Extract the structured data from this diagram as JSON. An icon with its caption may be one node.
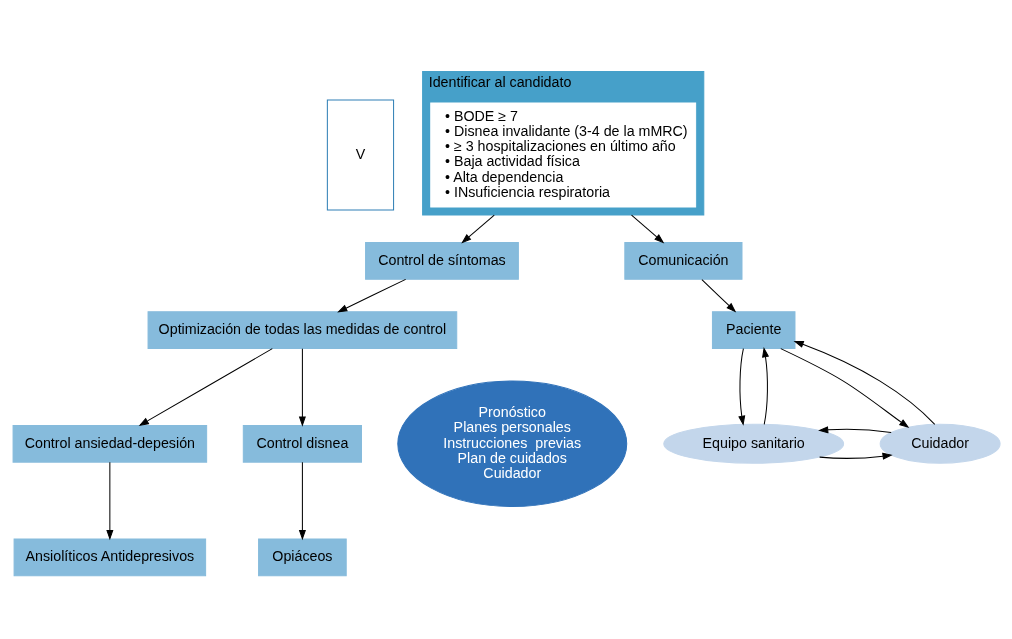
{
  "diagram": {
    "nodes": [
      {
        "text": [
          "V"
        ]
      },
      {
        "text": [
          "Identificar al candidato"
        ]
      },
      {
        "text": [
          "• BODE ≥ 7",
          "• Disnea invalidante (3-4 de la mMRC)",
          "• ≥ 3 hospitalizaciones en último año",
          "• Baja actividad física",
          "• Alta dependencia",
          "• INsuficiencia respiratoria"
        ],
        "in": 1
      },
      {
        "text": [
          "Control de síntomas"
        ]
      },
      {
        "text": [
          "Comunicación"
        ]
      },
      {
        "text": [
          "Optimización de todas las medidas de control"
        ]
      },
      {
        "text": [
          "Control ansiedad-depesión"
        ]
      },
      {
        "text": [
          "Control disnea"
        ]
      },
      {
        "text": [
          "Ansiolíticos Antidepresivos"
        ]
      },
      {
        "text": [
          "Opiáceos"
        ]
      },
      {
        "text": [
          "Paciente"
        ]
      },
      {
        "text": [
          "Pronóstico",
          "Planes personales",
          "Instrucciones  previas",
          "Plan de cuidados",
          "Cuidador"
        ]
      },
      {
        "text": [
          "Cuidador"
        ]
      },
      {
        "text": [
          "Equipo sanitario"
        ]
      }
    ],
    "edges": [
      {
        "from": 1,
        "to": 3,
        "arrow": "to"
      },
      {
        "from": 1,
        "to": 4,
        "arrow": "to"
      },
      {
        "from": 3,
        "to": 5,
        "arrow": "to"
      },
      {
        "from": 5,
        "to": 6,
        "arrow": "to"
      },
      {
        "from": 5,
        "to": 7,
        "arrow": "to"
      },
      {
        "from": 6,
        "to": 8,
        "arrow": "to"
      },
      {
        "from": 7,
        "to": 9,
        "arrow": "to"
      },
      {
        "from": 4,
        "to": 10,
        "arrow": "to"
      },
      {
        "from": 12,
        "to": 10,
        "arrow": "to"
      },
      {
        "from": 10,
        "to": 12,
        "arrow": "to"
      },
      {
        "from": 10,
        "to": 13,
        "arrow": "to"
      },
      {
        "from": 13,
        "to": 10,
        "arrow": "to"
      },
      {
        "from": 13,
        "to": 12,
        "arrow": "to"
      },
      {
        "from": 12,
        "to": 13,
        "arrow": "to"
      }
    ]
  }
}
